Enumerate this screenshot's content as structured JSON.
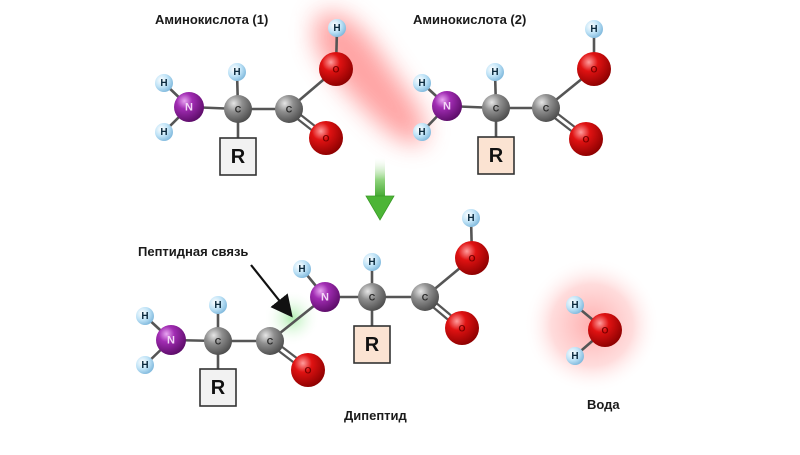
{
  "labels": {
    "amino_acid_1": "Аминокислота (1)",
    "amino_acid_2": "Аминокислота (2)",
    "peptide_bond": "Пептидная связь",
    "dipeptide": "Дипептид",
    "water": "Вода"
  },
  "atom_symbols": {
    "hydrogen": "H",
    "nitrogen": "N",
    "carbon": "C",
    "oxygen": "O",
    "radical": "R"
  },
  "colors": {
    "hydrogen": "#bfe3f7",
    "nitrogen": "#8e1a9c",
    "carbon": "#8a8a8a",
    "oxygen": "#d10d0d",
    "radical_box_1": "#f2f2f2",
    "radical_box_2": "#fbe3d2",
    "reaction_arrow": "#4cb536",
    "water_glow": "#ff6b6b",
    "peptide_glow": "#6fe06f"
  },
  "reaction": {
    "reactants": [
      "Аминокислота (1)",
      "Аминокислота (2)"
    ],
    "products": [
      "Дипептид",
      "Вода"
    ]
  }
}
